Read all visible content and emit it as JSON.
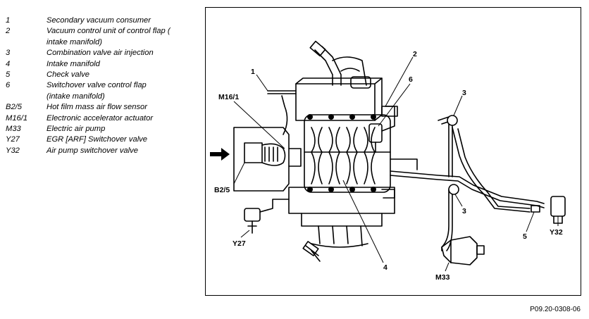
{
  "legend": [
    {
      "key": "1",
      "text": "Secondary vacuum consumer"
    },
    {
      "key": "2",
      "text": "Vacuum control unit of control flap (\nintake manifold)"
    },
    {
      "key": "3",
      "text": "Combination valve air injection"
    },
    {
      "key": "4",
      "text": "Intake manifold"
    },
    {
      "key": "5",
      "text": "Check valve"
    },
    {
      "key": "6",
      "text": "Switchover valve control flap\n(intake manifold)"
    },
    {
      "key": "B2/5",
      "text": "Hot film mass air flow sensor"
    },
    {
      "key": "M16/1",
      "text": "Electronic accelerator actuator"
    },
    {
      "key": "M33",
      "text": "Electric air pump"
    },
    {
      "key": "Y27",
      "text": "EGR [ARF] Switchover valve"
    },
    {
      "key": "Y32",
      "text": "Air pump switchover valve"
    }
  ],
  "callouts": {
    "c1": "1",
    "c2": "2",
    "c3_top": "3",
    "c3_bottom": "3",
    "c4": "4",
    "c5": "5",
    "c6": "6",
    "b25": "B2/5",
    "m161": "M16/1",
    "m33": "M33",
    "y27": "Y27",
    "y32": "Y32"
  },
  "figure_code": "P09.20-0308-06"
}
